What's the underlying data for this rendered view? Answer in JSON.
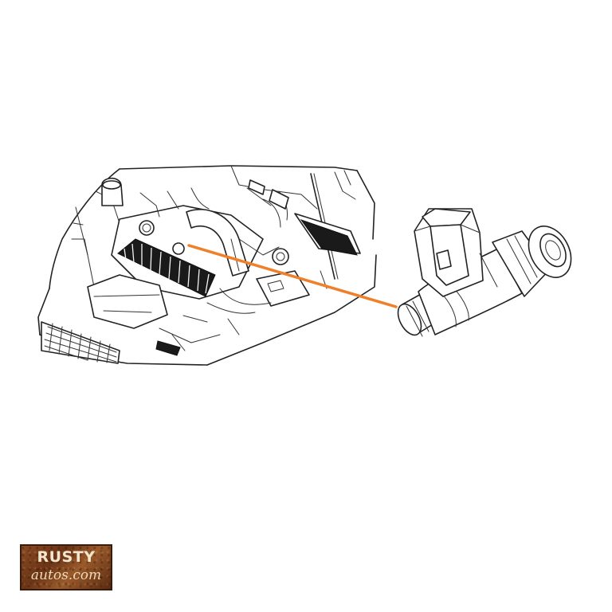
{
  "logo": {
    "line1": "RUSTY",
    "line2": "autos.com"
  },
  "colors": {
    "callout_line": "#f07f2a",
    "line_art": "#222222",
    "logo_background": "#7a3e1c",
    "logo_text": "#f2e6d0"
  },
  "parts": [
    "engine-bay-illustration",
    "fuel-injector-illustration"
  ]
}
